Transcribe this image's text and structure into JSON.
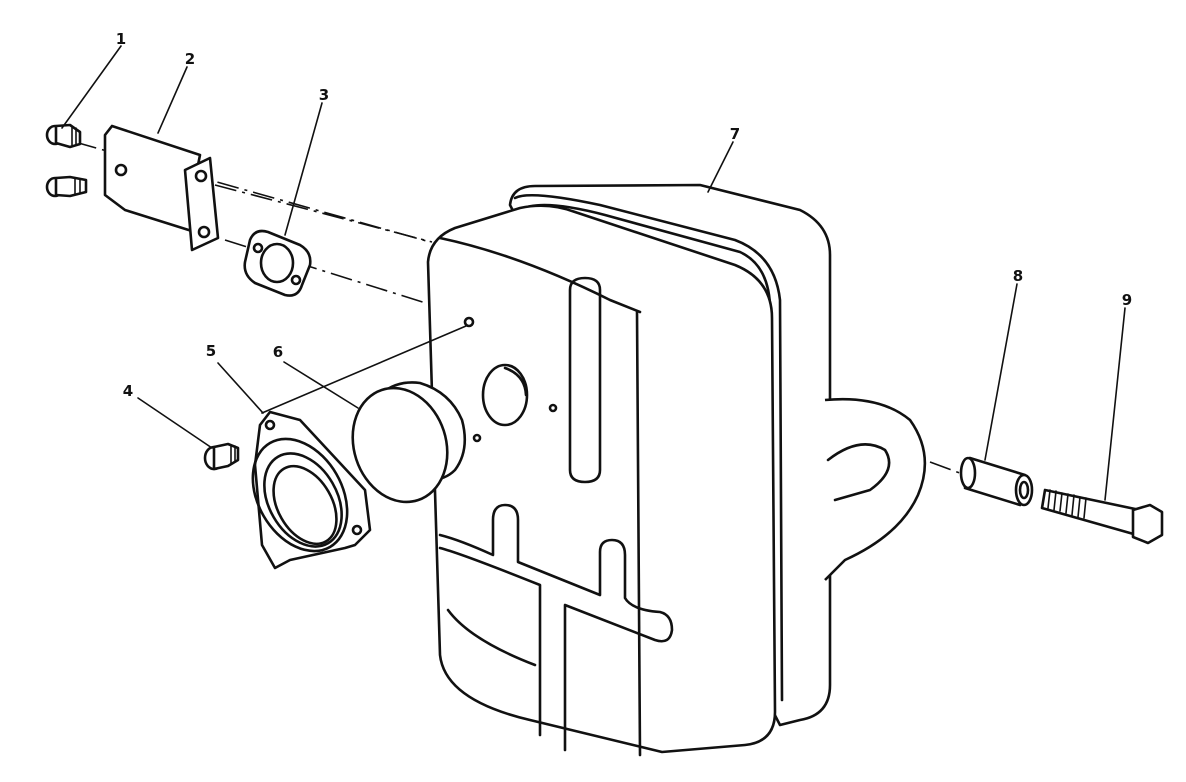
{
  "callouts": [
    {
      "number": "1",
      "part": "screw"
    },
    {
      "number": "2",
      "part": "bracket"
    },
    {
      "number": "3",
      "part": "gasket"
    },
    {
      "number": "4",
      "part": "screw"
    },
    {
      "number": "5",
      "part": "exhaust flange"
    },
    {
      "number": "6",
      "part": "cap"
    },
    {
      "number": "7",
      "part": "muffler"
    },
    {
      "number": "8",
      "part": "spacer"
    },
    {
      "number": "9",
      "part": "bolt"
    }
  ],
  "colors": {
    "line": "#111111",
    "background": "#ffffff"
  }
}
